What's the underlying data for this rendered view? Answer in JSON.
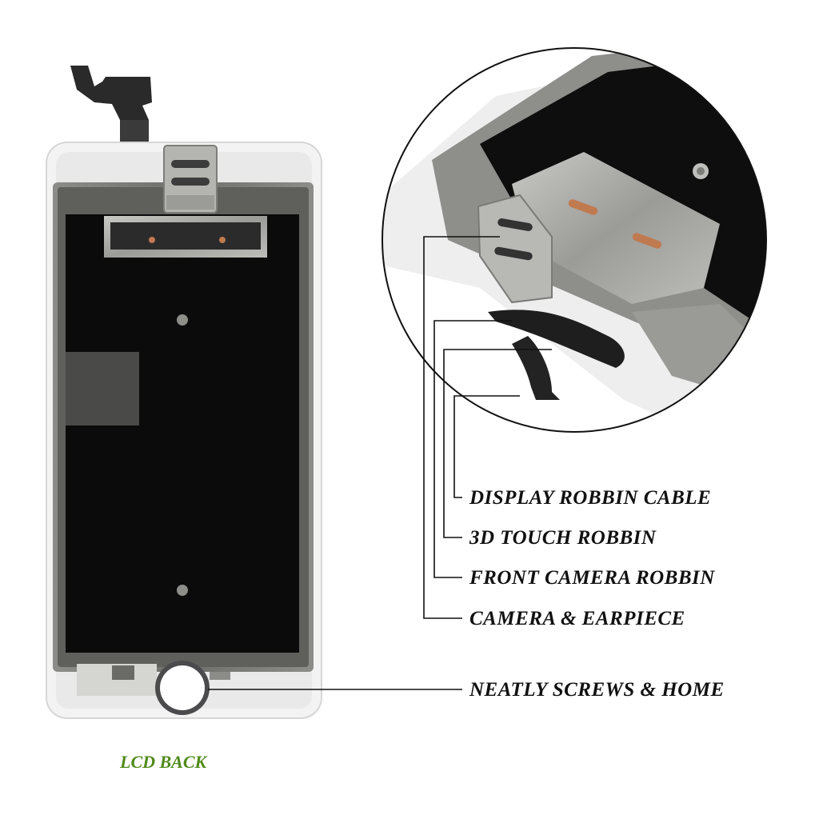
{
  "photo": {
    "subject": "iPhone LCD back assembly with detail zoom"
  },
  "callouts": [
    {
      "label": "DISPLAY ROBBIN CABLE"
    },
    {
      "label": "3D TOUCH ROBBIN"
    },
    {
      "label": "FRONT CAMERA ROBBIN"
    },
    {
      "label": "CAMERA & EARPIECE"
    },
    {
      "label": "NEATLY SCREWS & HOME"
    }
  ],
  "caption": "LCD BACK",
  "colors": {
    "caption": "#4f8a1a",
    "text": "#111111",
    "shield": "#0c0c0c",
    "frame": "#7a7a78"
  }
}
